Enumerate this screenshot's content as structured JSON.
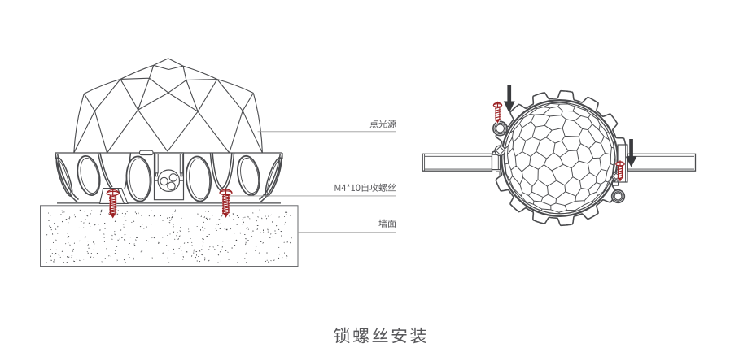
{
  "title": "锁螺丝安装",
  "callouts": {
    "dome": "点光源",
    "screw": "M4*10自攻螺丝",
    "wall": "墙面"
  },
  "colors": {
    "line": "#4a4b4e",
    "screw_red": "#9b2123",
    "arrow": "#3a3b3e",
    "text": "#565659",
    "leader": "#9a9a9a",
    "background": "#ffffff"
  },
  "views": {
    "left": "side-view-on-wall",
    "right": "top-view-on-rail"
  }
}
